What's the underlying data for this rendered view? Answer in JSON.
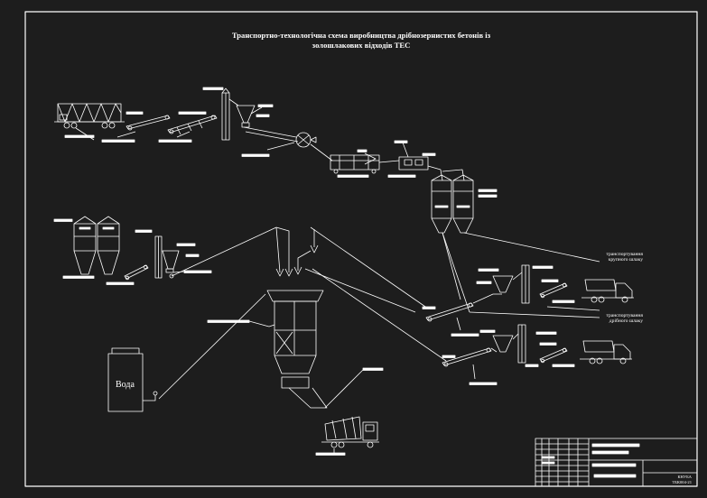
{
  "title": {
    "line1": "Транспортно-технологічна схема виробництва дрібнозернистих бетонів із",
    "line2": "золошлакових відходів ТЕС"
  },
  "labels": {
    "coarse": "транспортування крупного шлаку",
    "fine": "транспортування дрібного шлаку",
    "water": "Вода"
  },
  "stamp": {
    "line1": "КНУБА",
    "line2": "ТБК004-21"
  },
  "colors": {
    "background": "#1d1d1d",
    "frame": "#ffffff",
    "lines": "#ffffff"
  }
}
